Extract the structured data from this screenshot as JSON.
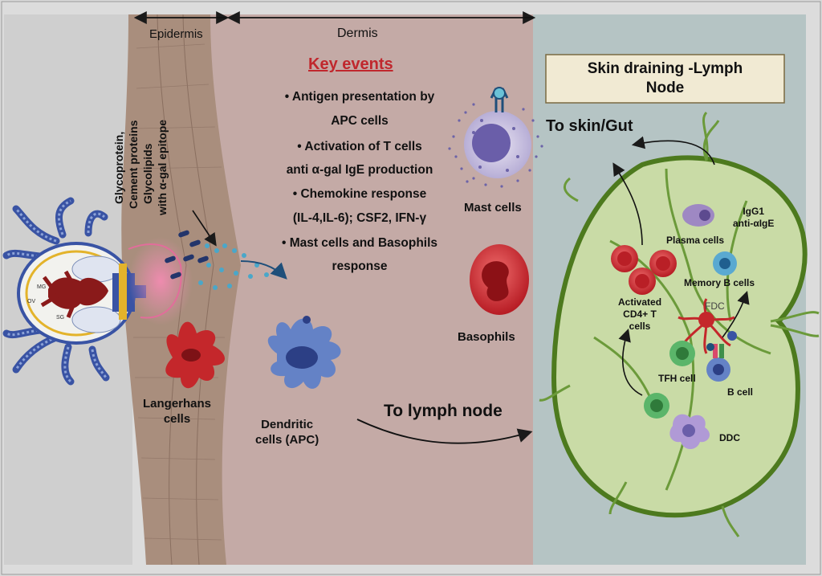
{
  "regions": {
    "epidermis": "Epidermis",
    "dermis": "Dermis"
  },
  "key_events": {
    "title": "Key events",
    "items": [
      "Antigen presentation by",
      "APC cells",
      "Activation of T cells",
      "anti α-gal  IgE  production",
      "Chemokine response",
      "(IL-4,IL-6); CSF2, IFN-γ",
      "Mast cells and Basophils",
      "response"
    ]
  },
  "tick_saliva": {
    "line1": "Glycoprotein,",
    "line2": "Cement proteins",
    "line3": "Glycolipids",
    "line4": "with α-gal epitope"
  },
  "tick_labels": {
    "ov": "OV",
    "mg": "MG",
    "sg": "SG"
  },
  "cells": {
    "langerhans_1": "Langerhans",
    "langerhans_2": "cells",
    "dendritic_1": "Dendritic",
    "dendritic_2": "cells (APC)",
    "mast": "Mast cells",
    "basophils": "Basophils"
  },
  "arrows": {
    "to_lymph_node": "To lymph  node",
    "to_skin_gut": "To skin/Gut"
  },
  "lymph_node": {
    "title_1": "Skin draining -Lymph",
    "title_2": "Node",
    "plasma": "Plasma cells",
    "igg1_1": "IgG1",
    "igg1_2": "anti-αIgE",
    "memory_b": "Memory B  cells",
    "activated_1": "Activated",
    "activated_2": "CD4+ T",
    "activated_3": "cells",
    "fdc": "FDC",
    "tfh": "TFH cell",
    "b_cell": "B cell",
    "ddc": "DDC"
  },
  "colors": {
    "dermis_bg": "#c4aaa6",
    "lymph_bg": "#b5c4c4",
    "node_fill": "#c9dba6",
    "node_edge": "#4d7a1e",
    "key_events_title": "#c0272d",
    "tick_blue": "#3953a4",
    "red_cell": "#c9262c",
    "green_cell": "#3e8f4a"
  }
}
